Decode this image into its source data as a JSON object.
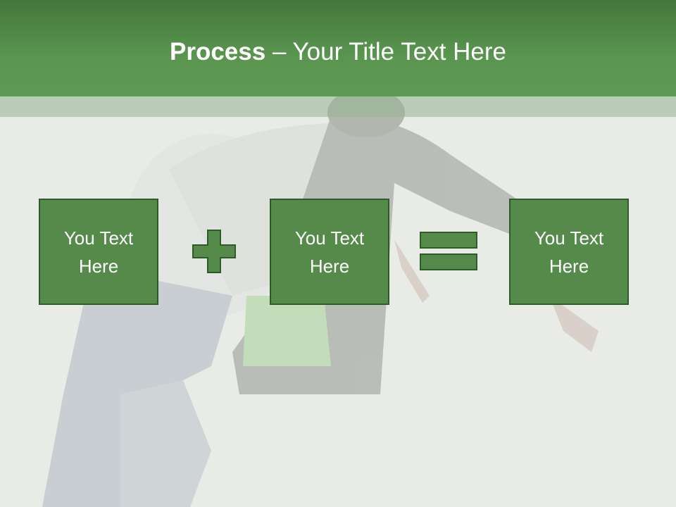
{
  "slide": {
    "title_bold": "Process",
    "title_rest": " – Your Title Text Here"
  },
  "boxes": [
    {
      "text": "You Text Here"
    },
    {
      "text": "You Text Here"
    },
    {
      "text": "You Text Here"
    }
  ],
  "operators": [
    "plus-icon",
    "equals-icon"
  ],
  "colors": {
    "header_top": "#44773c",
    "header_bottom": "#5e9b54",
    "box_fill": "#568a4b",
    "box_border": "#2f5a2a",
    "text": "#ffffff"
  }
}
